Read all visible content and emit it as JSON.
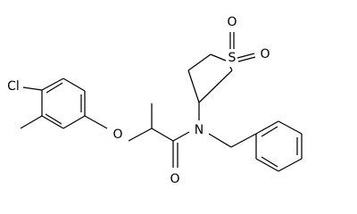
{
  "diagram": {
    "type": "chemical-structure",
    "atom_labels": {
      "chlorine": "Cl",
      "ether_oxygen": "O",
      "amide_oxygen": "O",
      "nitrogen": "N",
      "sulfur": "S",
      "sulfonyl_oxygen_top": "O",
      "sulfonyl_oxygen_right": "O"
    },
    "colors": {
      "bond": "#000000",
      "label": "#000000",
      "background": "#ffffff"
    }
  }
}
